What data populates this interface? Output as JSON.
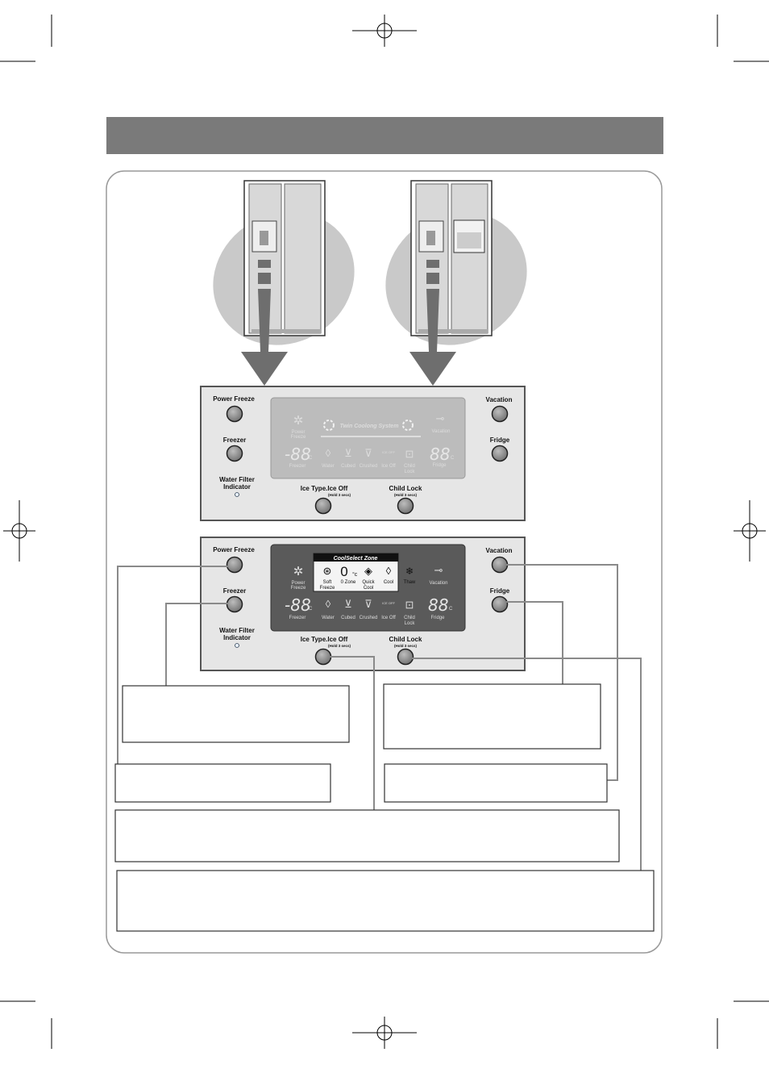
{
  "panel_a": {
    "power_freeze": "Power Freeze",
    "freezer": "Freezer",
    "water_filter_1": "Water Filter",
    "water_filter_2": "Indicator",
    "vacation": "Vacation",
    "fridge": "Fridge",
    "ice_type": "Ice Type.Ice Off",
    "ice_hold": "(Hold 3 secs)",
    "child_lock": "Child Lock",
    "child_hold": "(Hold 3 secs)",
    "display": {
      "power_freeze_1": "Power",
      "power_freeze_2": "Freeze",
      "twin": "Twin Coolong System",
      "vacation": "Vacation",
      "freezer_digits": "-88",
      "fridge_digits": "88",
      "unit": "C",
      "freezer": "Freezer",
      "fridge": "Fridge",
      "water": "Water",
      "cubed": "Cubed",
      "crushed": "Crushed",
      "ice_off": "Ice Off",
      "ice_off_tag": "ICE OFF",
      "child_1": "Child",
      "child_2": "Lock"
    }
  },
  "panel_b": {
    "power_freeze": "Power Freeze",
    "freezer": "Freezer",
    "water_filter_1": "Water Filter",
    "water_filter_2": "Indicator",
    "vacation": "Vacation",
    "fridge": "Fridge",
    "ice_type": "Ice Type.Ice Off",
    "ice_hold": "(Hold 3 secs)",
    "child_lock": "Child Lock",
    "child_hold": "(Hold 3 secs)",
    "display": {
      "power_freeze_1": "Power",
      "power_freeze_2": "Freeze",
      "zone_title": "CoolSelect Zone",
      "soft_1": "Soft",
      "soft_2": "Freeze",
      "zero_digit": "0",
      "zero_unit": "°c",
      "zero_zone": "0 Zone",
      "quick_1": "Quick",
      "quick_2": "Cool",
      "cool": "Cool",
      "thaw": "Thaw",
      "vacation": "Vacation",
      "freezer_digits": "-88",
      "fridge_digits": "88",
      "unit": "C",
      "freezer": "Freezer",
      "fridge": "Fridge",
      "water": "Water",
      "cubed": "Cubed",
      "crushed": "Crushed",
      "ice_off": "Ice Off",
      "ice_off_tag": "ICE OFF",
      "child_1": "Child",
      "child_2": "Lock"
    }
  },
  "colors": {
    "header_bar": "#7a7a7a",
    "panel_bg": "#e6e6e6",
    "display_light": "#bcbcbc",
    "display_dark": "#5a5a5a",
    "button": "#8c8c8c",
    "blob": "#c9c9c9",
    "arrow": "#6e6e6e",
    "leader": "#8a8a8a"
  }
}
